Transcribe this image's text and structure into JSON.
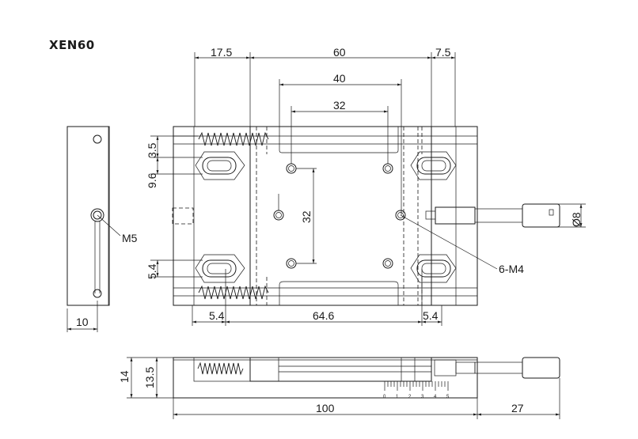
{
  "title": "XEN60",
  "dimensions": {
    "top_left": "17.5",
    "top_center": "60",
    "top_right": "7.5",
    "inner_40": "40",
    "inner_32": "32",
    "vertical_32": "32",
    "left_3_5": "3.5",
    "left_9_6": "9.6",
    "left_5_4": "5.4",
    "bottom_left_5_4": "5.4",
    "bottom_center": "64.6",
    "bottom_right_5_4": "5.4",
    "side_width": "10",
    "side_hole": "M5",
    "holes_callout": "6-M4",
    "knob_dia": "Ø8",
    "front_height_14": "14",
    "front_height_13_5": "13.5",
    "front_length": "100",
    "front_knob": "27"
  },
  "scale_ticks": [
    "0",
    "1",
    "2",
    "3",
    "4",
    "5"
  ]
}
